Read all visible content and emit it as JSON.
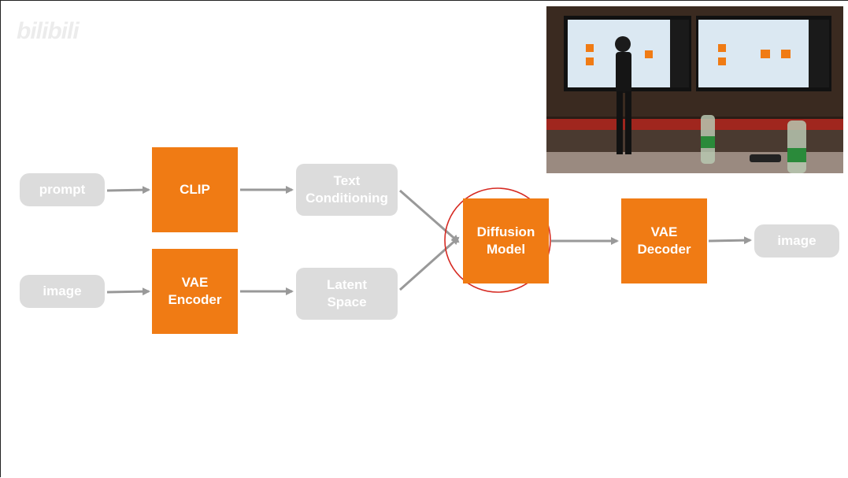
{
  "watermark": "bilibili",
  "diagram": {
    "nodes": {
      "prompt": "prompt",
      "image_in": "image",
      "clip": "CLIP",
      "vae_encoder": "VAE\nEncoder",
      "text_conditioning": "Text\nConditioning",
      "latent_space": "Latent\nSpace",
      "diffusion_model": "Diffusion\nModel",
      "vae_decoder": "VAE\nDecoder",
      "image_out": "image"
    }
  },
  "colors": {
    "accent_orange": "#f07b14",
    "grey_node": "#dcdcdc",
    "arrow": "#999999",
    "highlight_circle": "#d62a22"
  }
}
